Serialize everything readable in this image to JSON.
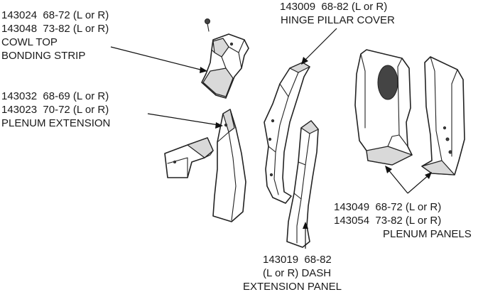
{
  "labels": {
    "cowl_top": {
      "line1": "143024  68-72 (L or R)",
      "line2": "143048  73-82 (L or R)",
      "line3": "COWL TOP",
      "line4": "BONDING STRIP"
    },
    "plenum_extension": {
      "line1": "143032  68-69 (L or R)",
      "line2": "143023  70-72 (L or R)",
      "line3": "PLENUM EXTENSION"
    },
    "hinge_pillar": {
      "line1": "143009  68-82 (L or R)",
      "line2": "HINGE PILLAR COVER"
    },
    "plenum_panels": {
      "line1": "143049  68-72 (L or R)",
      "line2": "143054  73-82 (L or R)",
      "line3": "PLENUM PANELS"
    },
    "dash_extension": {
      "line1": "143019  68-82",
      "line2": "(L or R) DASH",
      "line3": "EXTENSION PANEL"
    }
  }
}
